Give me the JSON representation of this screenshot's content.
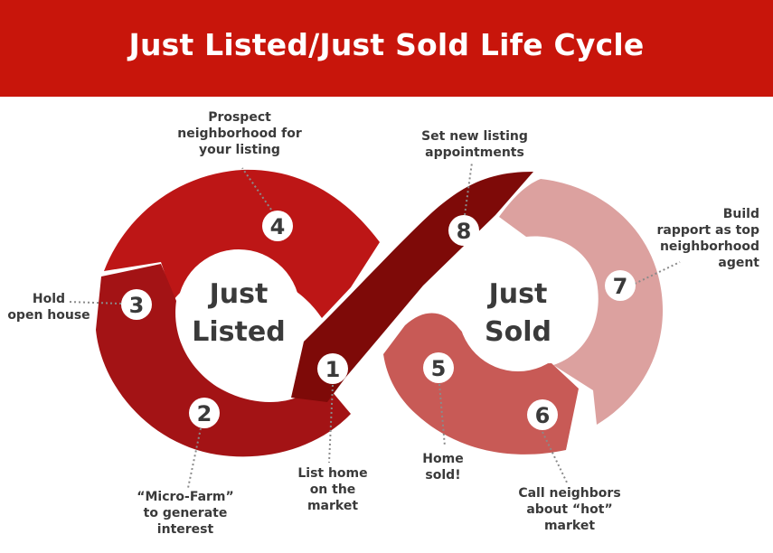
{
  "title": "Just Listed/Just Sold Life Cycle",
  "colors": {
    "banner": "#c8150b",
    "segment_dark": "#7e0a08",
    "segment_red": "#bd1616",
    "segment_crimson": "#a31315",
    "segment_rose": "#c85a56",
    "segment_pink": "#dca19f",
    "text": "#3a3a3a"
  },
  "centers": {
    "listed": "Just\nListed",
    "sold": "Just\nSold"
  },
  "steps": [
    {
      "number": "1",
      "label": "List home\non the\nmarket"
    },
    {
      "number": "2",
      "label": "“Micro-Farm”\nto generate\ninterest"
    },
    {
      "number": "3",
      "label": "Hold\nopen house"
    },
    {
      "number": "4",
      "label": "Prospect\nneighborhood for\nyour listing"
    },
    {
      "number": "5",
      "label": "Home\nsold!"
    },
    {
      "number": "6",
      "label": "Call neighbors\nabout “hot”\nmarket"
    },
    {
      "number": "7",
      "label": "Build\nrapport as top\nneighborhood\nagent"
    },
    {
      "number": "8",
      "label": "Set new listing\nappointments"
    }
  ]
}
